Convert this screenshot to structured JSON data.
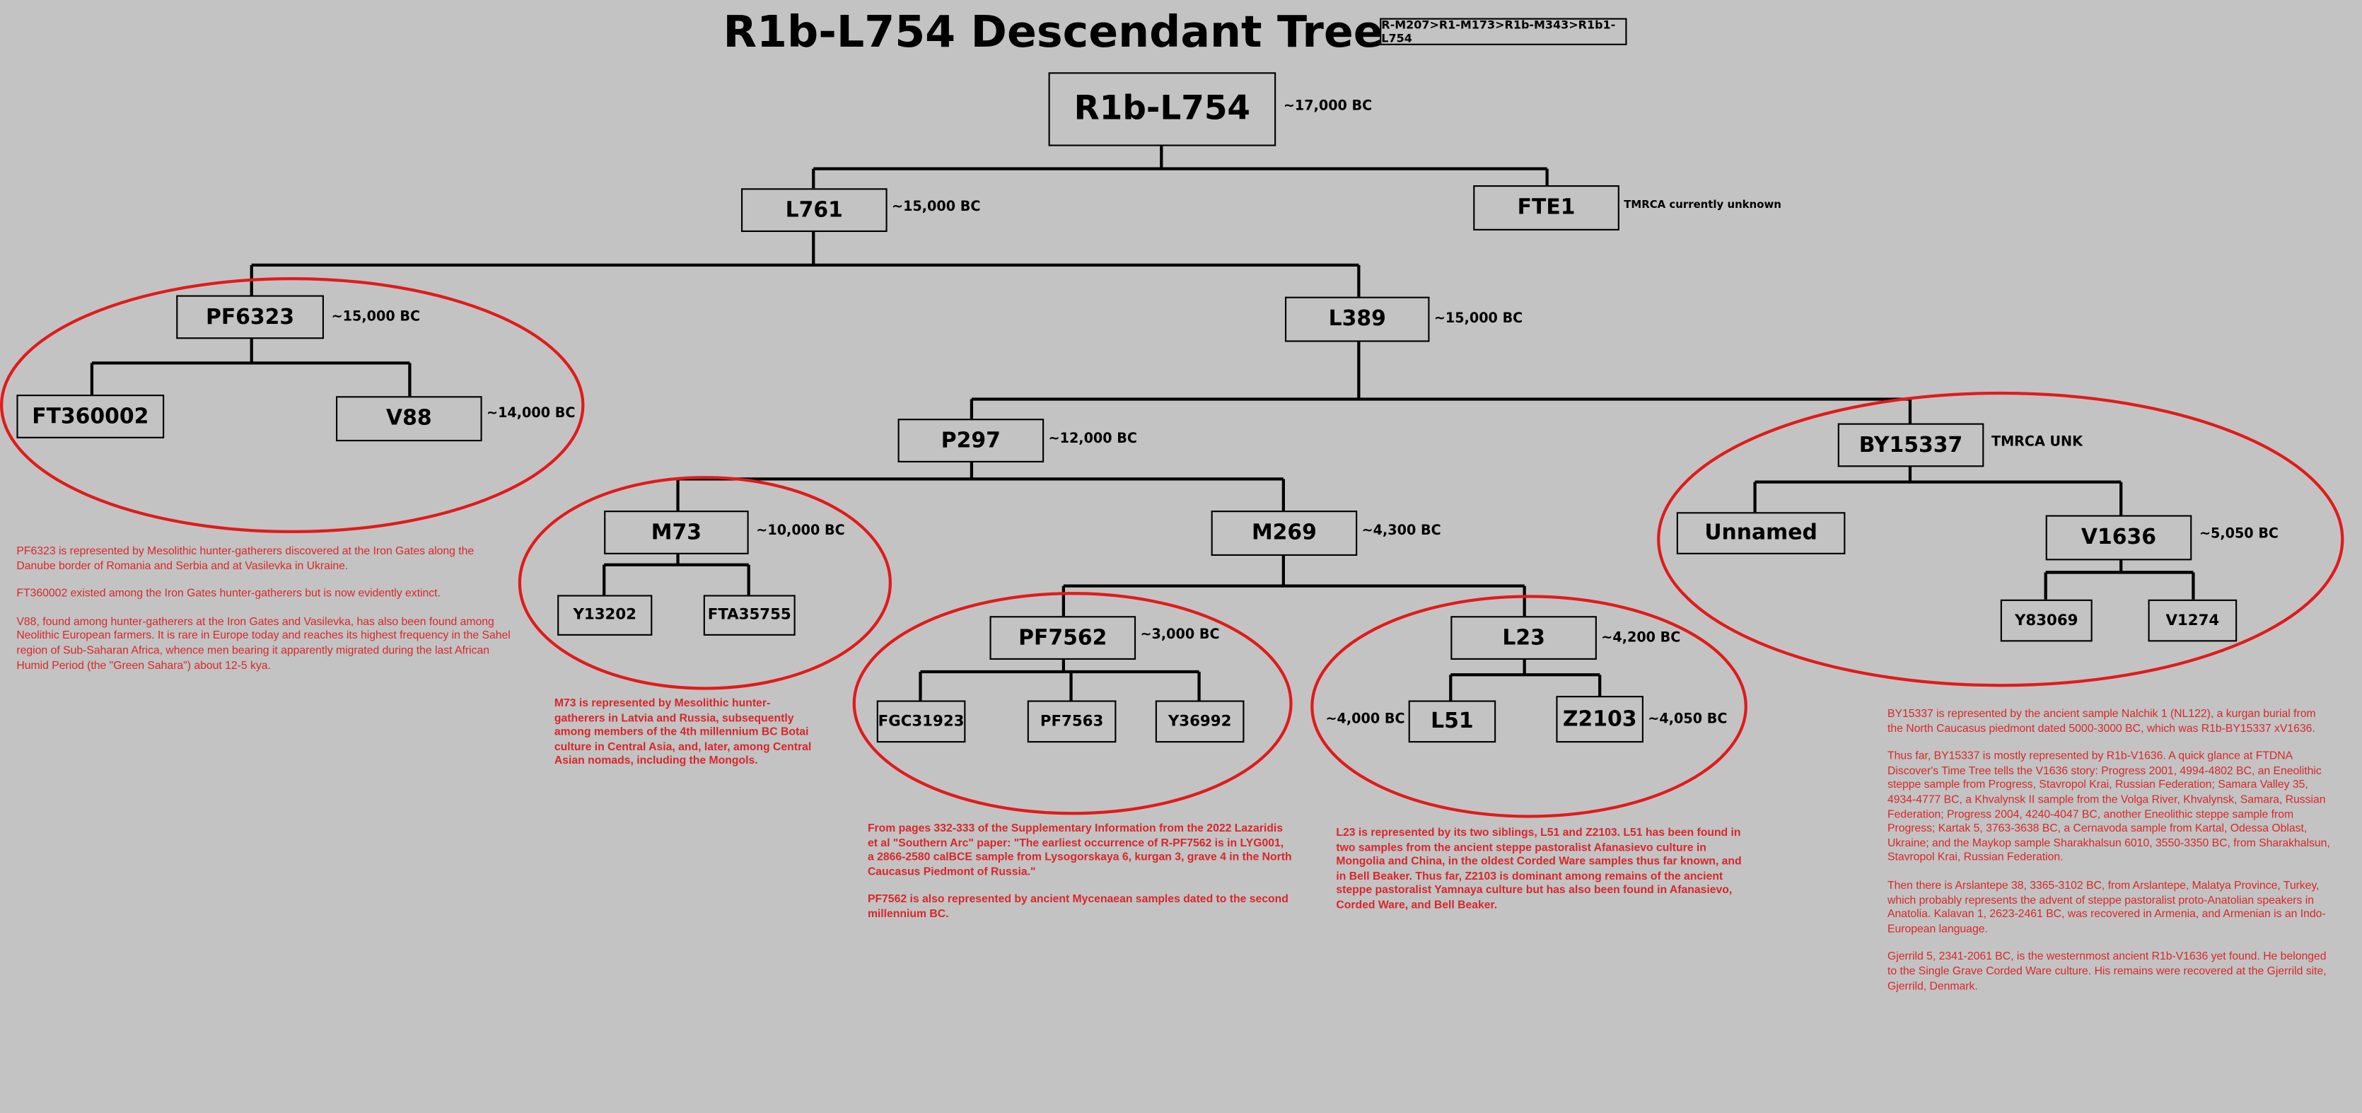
{
  "title": "R1b-L754 Descendant Tree",
  "lineage": "R-M207>R1-M173>R1b-M343>R1b1-L754",
  "nodes": {
    "root": {
      "label": "R1b-L754",
      "date": "~17,000 BC"
    },
    "l761": {
      "label": "L761",
      "date": "~15,000 BC"
    },
    "fte1": {
      "label": "FTE1",
      "date": "TMRCA currently unknown"
    },
    "pf6323": {
      "label": "PF6323",
      "date": "~15,000 BC"
    },
    "l389": {
      "label": "L389",
      "date": "~15,000 BC"
    },
    "ft360002": {
      "label": "FT360002"
    },
    "v88": {
      "label": "V88",
      "date": "~14,000 BC"
    },
    "p297": {
      "label": "P297",
      "date": "~12,000 BC"
    },
    "by15337": {
      "label": "BY15337",
      "date": "TMRCA UNK"
    },
    "m73": {
      "label": "M73",
      "date": "~10,000 BC"
    },
    "m269": {
      "label": "M269",
      "date": "~4,300 BC"
    },
    "unnamed": {
      "label": "Unnamed"
    },
    "v1636": {
      "label": "V1636",
      "date": "~5,050 BC"
    },
    "y13202": {
      "label": "Y13202"
    },
    "fta35755": {
      "label": "FTA35755"
    },
    "pf7562": {
      "label": "PF7562",
      "date": "~3,000 BC"
    },
    "l23": {
      "label": "L23",
      "date": "~4,200 BC"
    },
    "y83069": {
      "label": "Y83069"
    },
    "v1274": {
      "label": "V1274"
    },
    "fgc31923": {
      "label": "FGC31923"
    },
    "pf7563": {
      "label": "PF7563"
    },
    "y36992": {
      "label": "Y36992"
    },
    "l51": {
      "label": "L51",
      "date": "~4,000 BC"
    },
    "z2103": {
      "label": "Z2103",
      "date": "~4,050 BC"
    }
  },
  "notes": {
    "pf6323": [
      "PF6323 is represented by Mesolithic hunter-gatherers discovered at the Iron Gates along the Danube border of Romania and Serbia and at Vasilevka in Ukraine.",
      "FT360002 existed among the Iron Gates hunter-gatherers but is now evidently extinct.",
      "V88, found among hunter-gatherers at the Iron Gates and Vasilevka, has also been found among Neolithic European farmers. It is rare in Europe today and reaches its highest frequency in the Sahel region of Sub-Saharan Africa, whence men bearing it apparently migrated during the last African Humid Period (the \"Green Sahara\") about 12-5 kya."
    ],
    "m73": [
      "M73 is represented by Mesolithic hunter-gatherers in Latvia and Russia, subsequently among members of the 4th millennium BC Botai culture in Central Asia, and, later, among Central Asian nomads, including the Mongols."
    ],
    "pf7562": [
      "From pages 332-333 of the Supplementary Information from the 2022 Lazaridis et al \"Southern Arc\" paper: \"The earliest occurrence of R-PF7562 is in LYG001, a 2866-2580 calBCE sample from Lysogorskaya 6, kurgan 3, grave 4 in the North Caucasus Piedmont of Russia.\"",
      "PF7562 is also represented by ancient Mycenaean samples dated to the second millennium BC."
    ],
    "l23": [
      "L23 is represented by its two siblings, L51 and Z2103. L51 has been found in two samples from the ancient steppe pastoralist Afanasievo culture in Mongolia and China, in the oldest Corded Ware samples thus far known, and in Bell Beaker. Thus far, Z2103 is dominant among remains of the ancient steppe pastoralist Yamnaya culture but has also been found in Afanasievo, Corded Ware, and Bell Beaker."
    ],
    "by15337": [
      "BY15337 is represented by the ancient sample Nalchik 1 (NL122), a kurgan burial from the North Caucasus piedmont dated 5000-3000 BC, which was R1b-BY15337 xV1636.",
      "Thus far, BY15337 is mostly represented by R1b-V1636. A quick glance at FTDNA Discover's Time Tree tells the V1636 story: Progress 2001, 4994-4802 BC, an Eneolithic steppe sample from Progress, Stavropol Krai, Russian Federation; Samara Valley 35, 4934-4777 BC, a Khvalynsk II sample from the Volga River, Khvalynsk, Samara, Russian Federation; Progress 2004, 4240-4047 BC, another Eneolithic steppe sample from Progress; Kartak 5, 3763-3638 BC, a Cernavoda sample from Kartal, Odessa Oblast, Ukraine; and the Maykop sample Sharakhalsun 6010, 3550-3350 BC, from  Sharakhalsun, Stavropol Krai, Russian Federation.",
      "Then there is Arslantepe 38, 3365-3102 BC, from Arslantepe, Malatya Province, Turkey, which probably represents the advent of steppe pastoralist proto-Anatolian speakers in Anatolia. Kalavan 1, 2623-2461 BC, was recovered in Armenia, and Armenian is an Indo-European language.",
      "Gjerrild 5, 2341-2061 BC, is the westernmost ancient R1b-V1636 yet found. He belonged to the Single Grave Corded Ware culture. His remains were recovered at the Gjerrild site, Gjerrild, Denmark."
    ]
  },
  "colors": {
    "background": "#c3c3c3",
    "note_text": "#d9262b",
    "ellipse": "#e01b1b",
    "line": "#000000"
  }
}
